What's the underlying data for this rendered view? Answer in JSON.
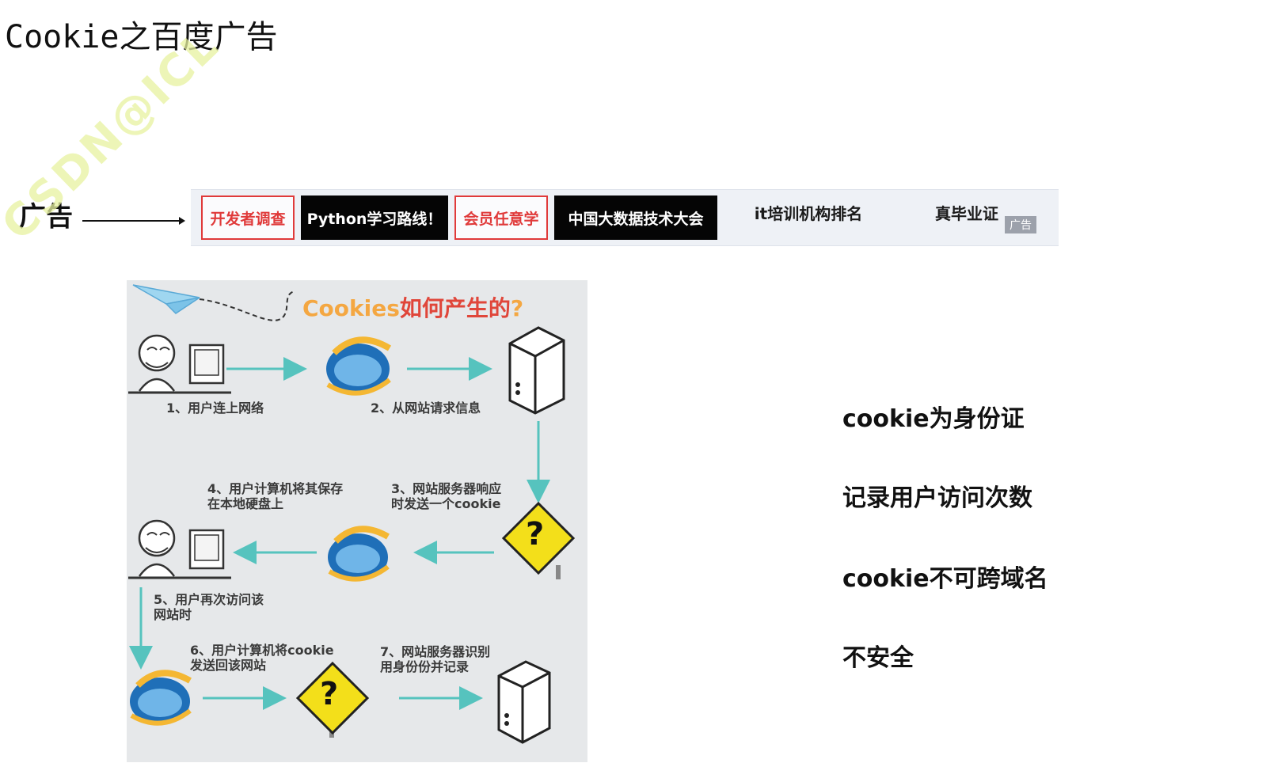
{
  "slide": {
    "title": "Cookie之百度广告",
    "ad_label": "广告"
  },
  "ad_bar": {
    "items": [
      {
        "label": "开发者调查",
        "style": "red"
      },
      {
        "label": "Python学习路线！",
        "style": "black"
      },
      {
        "label": "会员任意学",
        "style": "red"
      },
      {
        "label": "中国大数据技术大会",
        "style": "black"
      },
      {
        "label": "it培训机构排名",
        "style": "plain"
      },
      {
        "label": "真毕业证",
        "style": "plain"
      }
    ],
    "ad_tag": "广告"
  },
  "diagram": {
    "title_en": "Cookies",
    "title_zh": "如何产生的",
    "title_q": "?",
    "steps": [
      "1、用户连上网络",
      "2、从网站请求信息",
      "3、网站服务器响应\n时发送一个cookie",
      "4、用户计算机将其保存\n在本地硬盘上",
      "5、用户再次访问该\n网站时",
      "6、用户计算机将cookie\n发送回该网站",
      "7、网站服务器识别\n用身份份并记录"
    ],
    "question_mark": "?"
  },
  "bullets": [
    "cookie为身份证",
    "记录用户访问次数",
    "cookie不可跨域名",
    "不安全"
  ],
  "colors": {
    "ad_red": "#e03a3a",
    "ad_black": "#050505",
    "arrow_teal": "#56c3be",
    "sign_yellow": "#f3df1a"
  }
}
